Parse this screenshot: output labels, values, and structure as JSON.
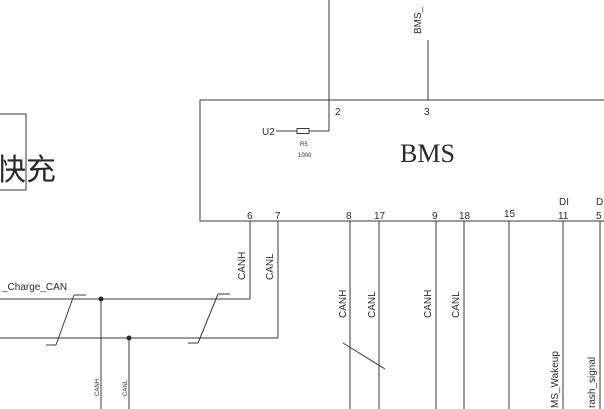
{
  "modules": {
    "bms_label": "BMS",
    "fast_charge_label": "快充"
  },
  "components": {
    "u2_label": "U2",
    "r5_label": "R5",
    "r5_value": "1000"
  },
  "pins": {
    "p2": "2",
    "p3": "3",
    "p6": "6",
    "p7": "7",
    "p8": "8",
    "p17": "17",
    "p9": "9",
    "p18": "18",
    "p15": "15",
    "p11": "11",
    "p5": "5",
    "di_1": "DI",
    "di_2": "D"
  },
  "nets": {
    "top_net": "BMS_",
    "charge_can": "_Charge_CAN",
    "canh_6": "CANH",
    "canl_7": "CANL",
    "canh_8": "CANH",
    "canl_17": "CANL",
    "canh_9": "CANH",
    "canl_18": "CANL",
    "wakeup": "MS_Wakeup",
    "flash": "rash_signal",
    "canh_bottom": "CANH",
    "canl_bottom": "CANL"
  }
}
